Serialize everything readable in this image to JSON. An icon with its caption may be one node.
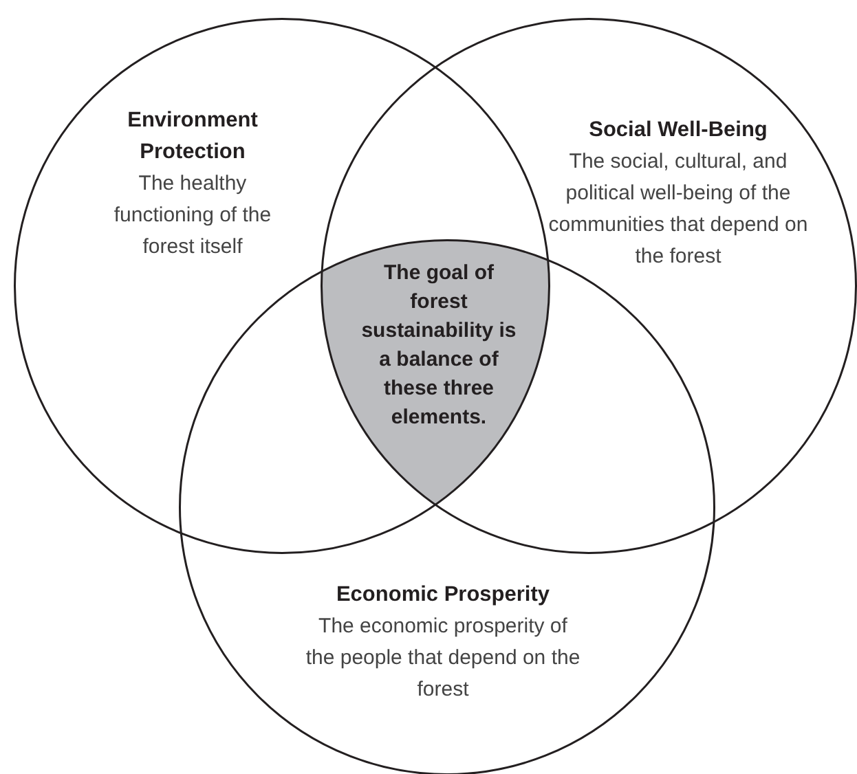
{
  "diagram": {
    "nodes": [
      {
        "text": [
          "Environment Protection",
          "The healthy functioning of the forest itself"
        ]
      },
      {
        "text": [
          "Social Well-Being",
          "The social, cultural, and political well-being of the communities that depend on the forest"
        ]
      },
      {
        "text": [
          "The goal of forest sustainability is a balance of these three elements."
        ]
      },
      {
        "text": [
          "Economic Prosperity",
          "The economic prosperity of the people that depend on the forest"
        ]
      }
    ]
  }
}
